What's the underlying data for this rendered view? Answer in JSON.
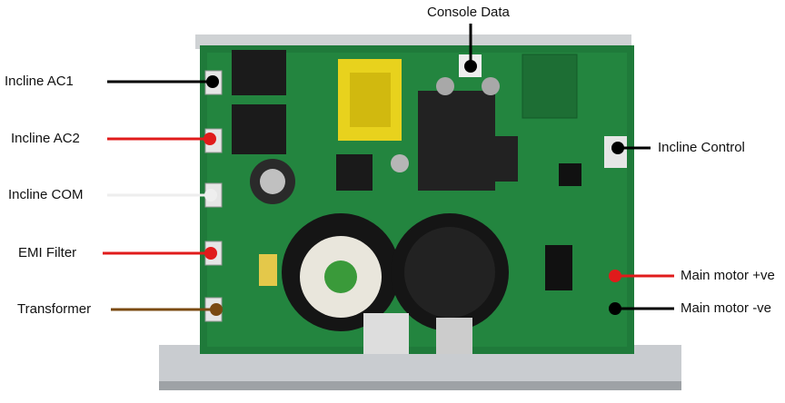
{
  "title": "Treadmill motor control board connections",
  "labels": {
    "console_data": "Console Data",
    "incline_ac1": "Incline AC1",
    "incline_ac2": "Incline AC2",
    "incline_com": "Incline COM",
    "emi_filter": "EMI Filter",
    "transformer": "Transformer",
    "incline_control": "Incline Control",
    "main_motor_pos": "Main motor +ve",
    "main_motor_neg": "Main motor -ve"
  },
  "colors": {
    "black": "#000000",
    "red": "#e01b1b",
    "white": "#eeeeee",
    "brown": "#7a4a12",
    "pcb": "#1f7a3a"
  }
}
